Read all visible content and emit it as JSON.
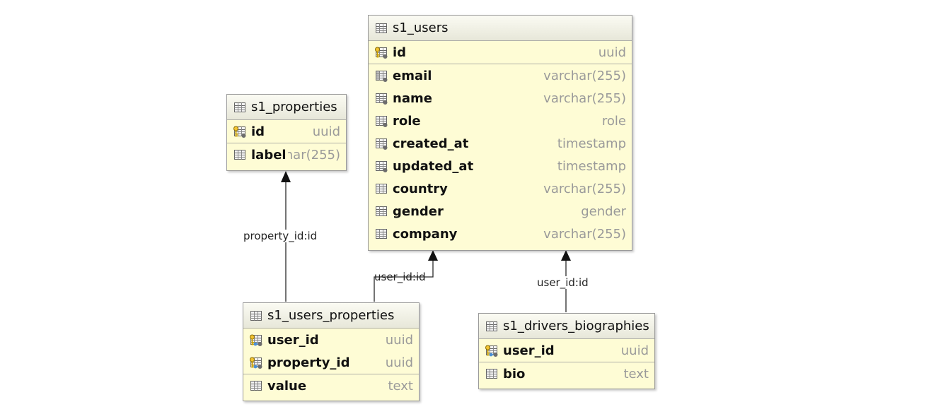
{
  "tables": {
    "s1_users": {
      "name": "s1_users",
      "pk": [
        {
          "name": "id",
          "type": "uuid"
        }
      ],
      "cols": [
        {
          "name": "email",
          "type": "varchar(255)"
        },
        {
          "name": "name",
          "type": "varchar(255)"
        },
        {
          "name": "role",
          "type": "role"
        },
        {
          "name": "created_at",
          "type": "timestamp"
        },
        {
          "name": "updated_at",
          "type": "timestamp"
        },
        {
          "name": "country",
          "type": "varchar(255)"
        },
        {
          "name": "gender",
          "type": "gender"
        },
        {
          "name": "company",
          "type": "varchar(255)"
        }
      ]
    },
    "s1_properties": {
      "name": "s1_properties",
      "pk": [
        {
          "name": "id",
          "type": "uuid"
        }
      ],
      "cols": [
        {
          "name": "label",
          "type": "varchar(255)"
        }
      ]
    },
    "s1_users_properties": {
      "name": "s1_users_properties",
      "pk": [
        {
          "name": "user_id",
          "type": "uuid"
        },
        {
          "name": "property_id",
          "type": "uuid"
        }
      ],
      "cols": [
        {
          "name": "value",
          "type": "text"
        }
      ]
    },
    "s1_drivers_biographies": {
      "name": "s1_drivers_biographies",
      "pk": [
        {
          "name": "user_id",
          "type": "uuid"
        }
      ],
      "cols": [
        {
          "name": "bio",
          "type": "text"
        }
      ]
    }
  },
  "relations": {
    "property": "property_id:id",
    "user_props": "user_id:id",
    "user_bio": "user_id:id"
  }
}
